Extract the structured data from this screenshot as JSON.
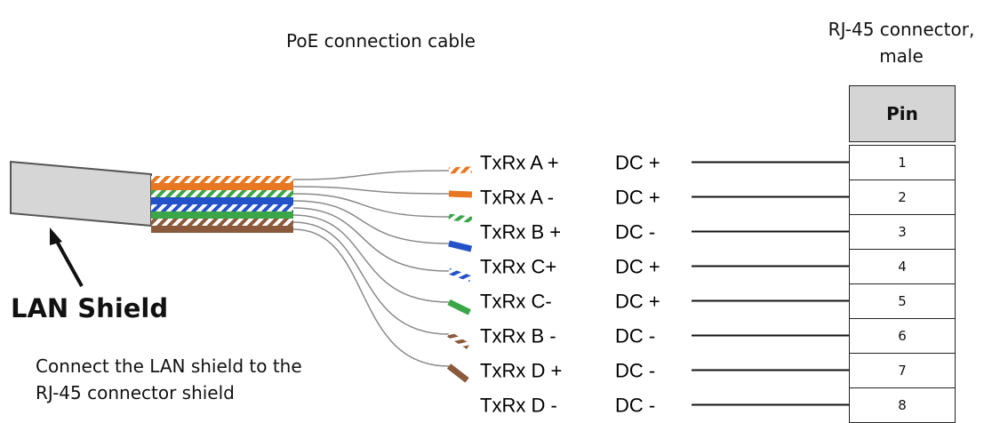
{
  "title": "PoE connection cable",
  "connector_title_line1": "RJ-45 connector,",
  "connector_title_line2": "male",
  "shield_label": "LAN Shield",
  "note_line1": "Connect the LAN shield to the",
  "note_line2": "RJ-45 connector shield",
  "pin_header": "Pin",
  "wires": [
    {
      "signal": "TxRx A +",
      "power": "DC +",
      "pin": "1",
      "color": "#e87722",
      "striped": true
    },
    {
      "signal": "TxRx A -",
      "power": "DC +",
      "pin": "2",
      "color": "#e87722",
      "striped": false
    },
    {
      "signal": "TxRx B +",
      "power": "DC -",
      "pin": "3",
      "color": "#3aa648",
      "striped": true
    },
    {
      "signal": "TxRx C+",
      "power": "DC +",
      "pin": "4",
      "color": "#2351c8",
      "striped": false
    },
    {
      "signal": "TxRx C-",
      "power": "DC +",
      "pin": "5",
      "color": "#2351c8",
      "striped": true
    },
    {
      "signal": "TxRx B -",
      "power": "DC -",
      "pin": "6",
      "color": "#3aa648",
      "striped": false
    },
    {
      "signal": "TxRx D +",
      "power": "DC -",
      "pin": "7",
      "color": "#8b5a3c",
      "striped": true
    },
    {
      "signal": "TxRx D -",
      "power": "DC -",
      "pin": "8",
      "color": "#8b5a3c",
      "striped": false
    }
  ]
}
